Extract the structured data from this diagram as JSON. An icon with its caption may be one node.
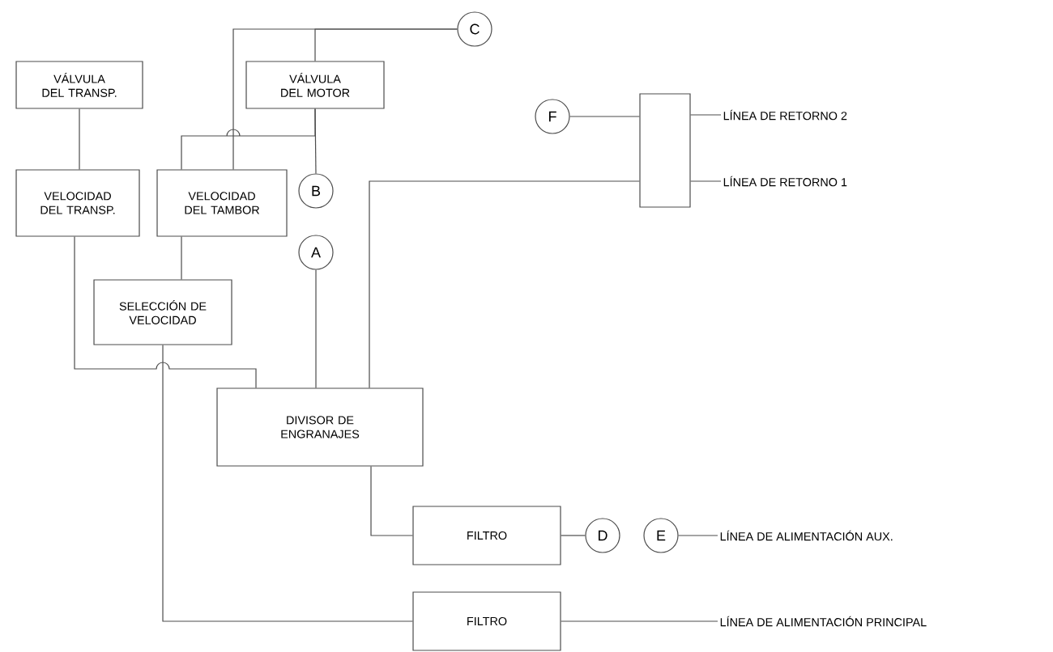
{
  "diagram": {
    "nodes": [
      {
        "text": [
          "VÁLVULA DEL TRANSP."
        ]
      },
      {
        "text": [
          "VÁLVULA DEL MOTOR"
        ]
      },
      {
        "text": [
          "VELOCIDAD DEL TRANSP."
        ]
      },
      {
        "text": [
          "VELOCIDAD DEL TAMBOR"
        ]
      },
      {
        "text": [
          "SELECCIÓN DE VELOCIDAD"
        ]
      },
      {
        "text": [
          "DIVISOR DE ENGRANAJES"
        ]
      },
      {
        "text": [
          "FILTRO"
        ]
      },
      {
        "text": [
          "FILTRO"
        ]
      },
      {
        "text": [
          "C"
        ]
      },
      {
        "text": [
          "B"
        ]
      },
      {
        "text": [
          "A"
        ]
      },
      {
        "text": [
          "F"
        ]
      },
      {
        "text": [],
        "shape": "box"
      },
      {
        "text": [
          "D"
        ]
      },
      {
        "text": [
          "E"
        ]
      },
      {
        "text": [
          "LÍNEA DE RETORNO 2"
        ]
      },
      {
        "text": [
          "LÍNEA DE RETORNO 1"
        ]
      },
      {
        "text": [
          "LÍNEA DE ALIMENTACIÓN AUX."
        ]
      },
      {
        "text": [
          "LÍNEA DE ALIMENTACIÓN PRINCIPAL"
        ]
      }
    ],
    "edges": [
      {
        "from": 0,
        "to": 2,
        "arrow": "none"
      },
      {
        "from": 8,
        "to": 1,
        "arrow": "none"
      },
      {
        "from": 8,
        "to": 3,
        "arrow": "none"
      },
      {
        "from": 1,
        "to": 9,
        "arrow": "none"
      },
      {
        "from": 1,
        "to": 3,
        "arrow": "none"
      },
      {
        "from": 3,
        "to": 4,
        "arrow": "none"
      },
      {
        "from": 2,
        "to": 5,
        "arrow": "none"
      },
      {
        "from": 4,
        "to": 7,
        "arrow": "none"
      },
      {
        "from": 10,
        "to": 5,
        "arrow": "none"
      },
      {
        "from": 5,
        "to": 12,
        "arrow": "none"
      },
      {
        "from": 11,
        "to": 12,
        "arrow": "none"
      },
      {
        "from": 5,
        "to": 6,
        "arrow": "none"
      },
      {
        "from": 6,
        "to": 13,
        "arrow": "none"
      },
      {
        "from": 14,
        "to": 17,
        "arrow": "none"
      },
      {
        "from": 12,
        "to": 15,
        "arrow": "none"
      },
      {
        "from": 12,
        "to": 16,
        "arrow": "none"
      },
      {
        "from": 7,
        "to": 18,
        "arrow": "none"
      }
    ]
  }
}
